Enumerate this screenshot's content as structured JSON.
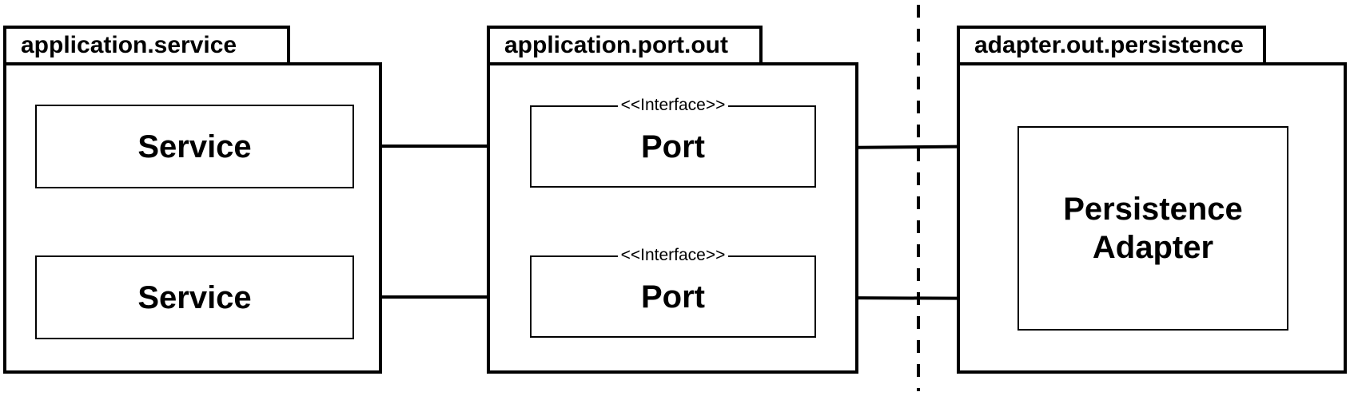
{
  "packages": [
    {
      "name": "application.service"
    },
    {
      "name": "application.port.out"
    },
    {
      "name": "adapter.out.persistence"
    }
  ],
  "service_boxes": [
    {
      "label": "Service"
    },
    {
      "label": "Service"
    }
  ],
  "port_boxes": [
    {
      "stereotype": "<<Interface>>",
      "label": "Port"
    },
    {
      "stereotype": "<<Interface>>",
      "label": "Port"
    }
  ],
  "adapter_box": {
    "label_line1": "Persistence",
    "label_line2": "Adapter"
  },
  "edges": [
    {
      "from": "Service",
      "to": "Port",
      "kind": "dependency",
      "arrowhead": "filled"
    },
    {
      "from": "Service",
      "to": "Port",
      "kind": "dependency",
      "arrowhead": "filled"
    },
    {
      "from": "Persistence Adapter",
      "to": "Port",
      "kind": "implementation",
      "arrowhead": "hollow-triangle"
    },
    {
      "from": "Persistence Adapter",
      "to": "Port",
      "kind": "implementation",
      "arrowhead": "hollow-triangle"
    }
  ],
  "separator": {
    "style": "dashed"
  }
}
